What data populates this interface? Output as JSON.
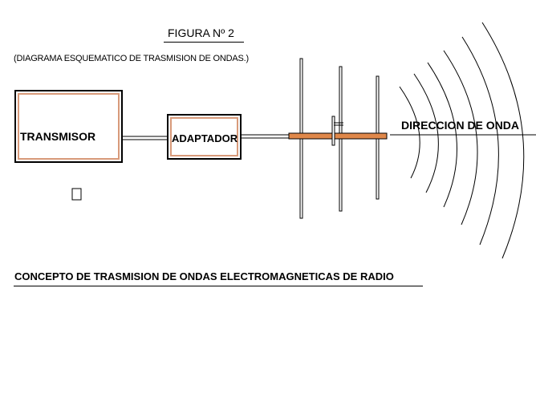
{
  "figure_title": "FIGURA Nº 2",
  "subtitle": "(DIAGRAMA ESQUEMATICO DE TRASMISION DE ONDAS.)",
  "blocks": {
    "transmitter": "TRANSMISOR",
    "adapter": "ADAPTADOR"
  },
  "wave_direction_label": "DIRECCION DE ONDA",
  "footer_caption": "CONCEPTO DE TRASMISION DE ONDAS ELECTROMAGNETICAS DE RADIO",
  "colors": {
    "boom": "#e0884a",
    "box_inner_border": "#d89a7a",
    "line": "#000000"
  },
  "icons": {
    "placeholder_square": "empty-square-glyph"
  }
}
